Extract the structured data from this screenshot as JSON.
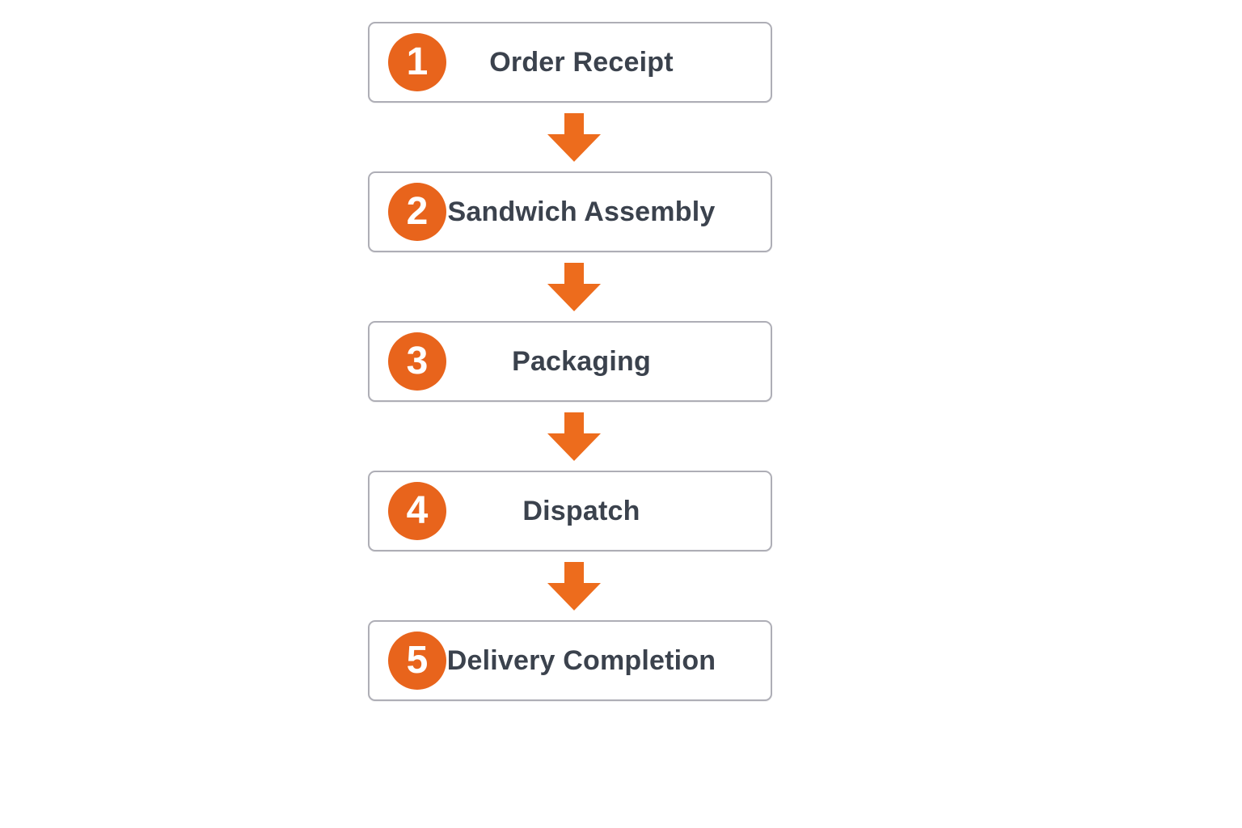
{
  "diagram": {
    "type": "flowchart",
    "direction": "vertical",
    "steps": [
      {
        "number": "1",
        "label": "Order Receipt"
      },
      {
        "number": "2",
        "label": "Sandwich Assembly"
      },
      {
        "number": "3",
        "label": "Packaging"
      },
      {
        "number": "4",
        "label": "Dispatch"
      },
      {
        "number": "5",
        "label": "Delivery Completion"
      }
    ],
    "connector_icon": "down-arrow-icon",
    "colors": {
      "accent_orange": "#e8641c",
      "arrow_orange": "#ed6c1d",
      "box_border": "#aeaeb6",
      "box_background": "#ffffff",
      "label_text": "#3b424d",
      "number_text": "#ffffff",
      "page_background": "#ffffff"
    }
  }
}
